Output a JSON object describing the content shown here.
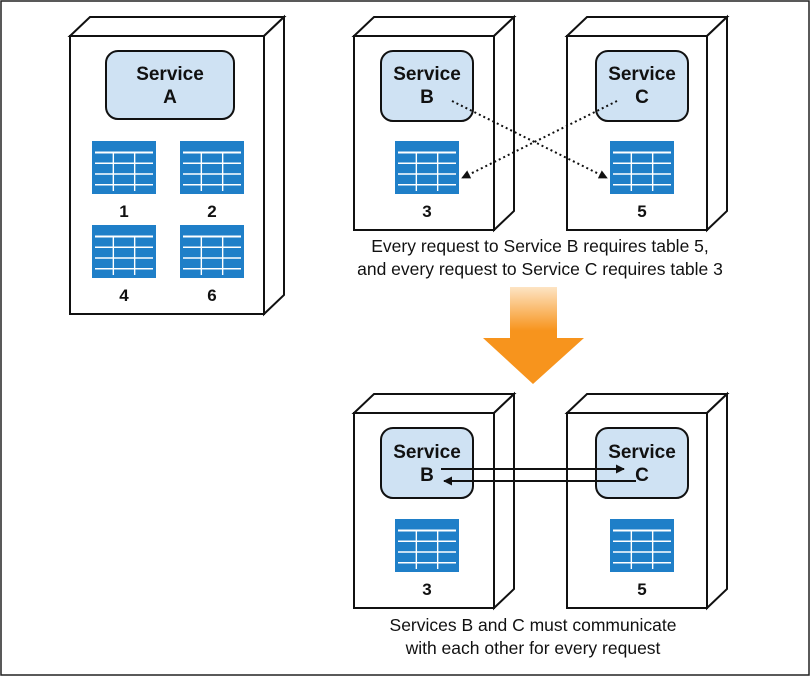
{
  "colors": {
    "service_fill": "#cfe2f3",
    "service_stroke": "#111111",
    "table_fill": "#1f7fc8",
    "table_lines": "#ffffff",
    "arrow_orange": "#f7941d"
  },
  "servers": {
    "a": {
      "service_line1": "Service",
      "service_line2": "A",
      "tables": [
        "1",
        "2",
        "4",
        "6"
      ]
    },
    "b_top": {
      "service_line1": "Service",
      "service_line2": "B",
      "table": "3"
    },
    "c_top": {
      "service_line1": "Service",
      "service_line2": "C",
      "table": "5"
    },
    "b_bottom": {
      "service_line1": "Service",
      "service_line2": "B",
      "table": "3"
    },
    "c_bottom": {
      "service_line1": "Service",
      "service_line2": "C",
      "table": "5"
    }
  },
  "captions": {
    "top_line1": "Every request to Service B requires table 5,",
    "top_line2": "and every request to Service C requires table 3",
    "bottom_line1": "Services B and C must communicate",
    "bottom_line2": "with each other for every request"
  }
}
